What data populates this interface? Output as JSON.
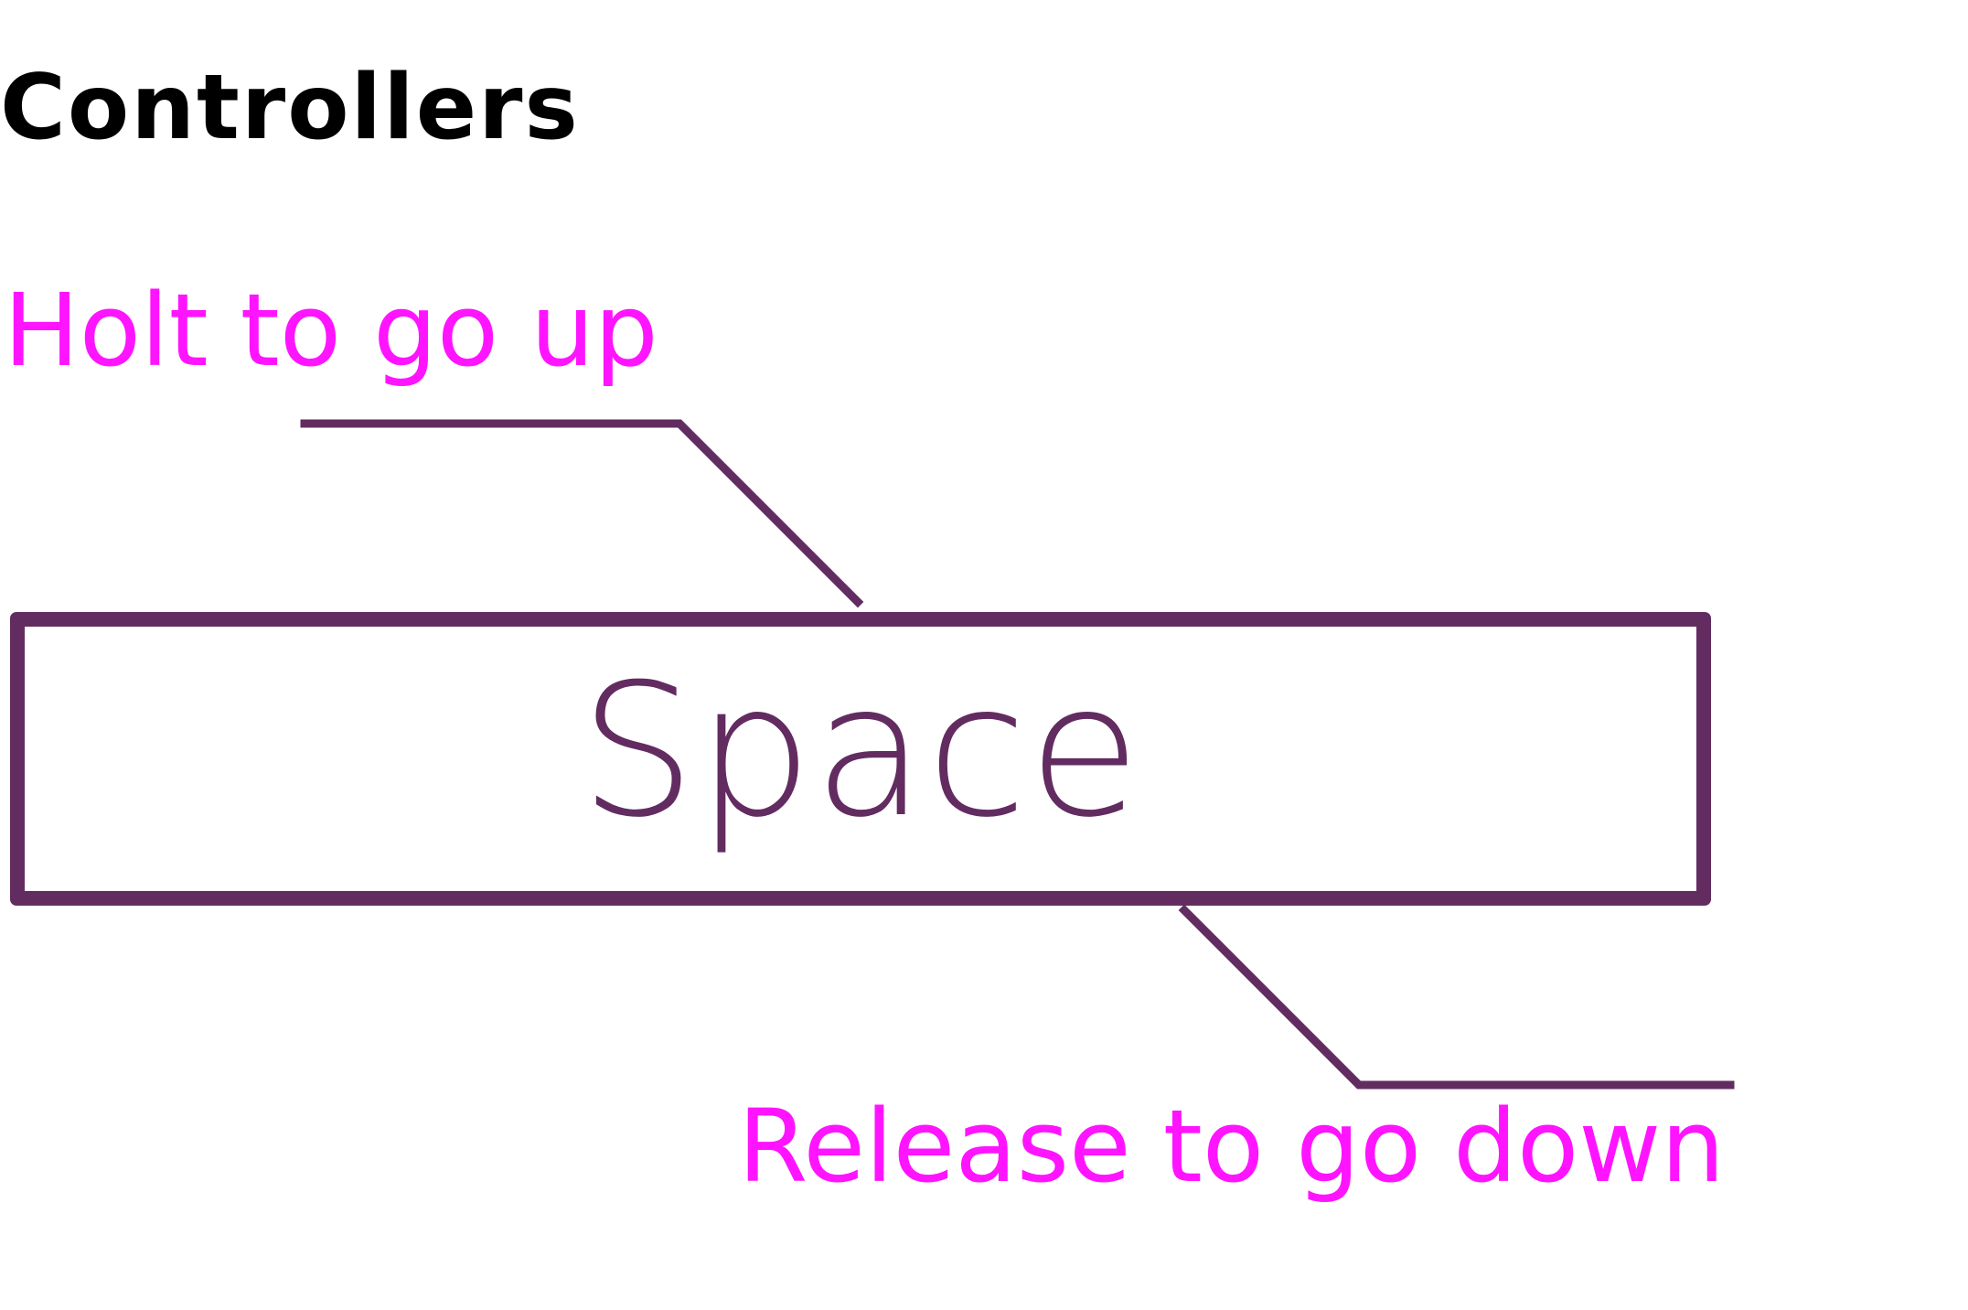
{
  "heading": "Controllers",
  "controls": {
    "hold_hint": "Holt to go up",
    "release_hint": "Release to go down",
    "key_label": "Space"
  },
  "colors": {
    "heading_text": "#000000",
    "hint_text": "#ff14ff",
    "key_accent": "#622c61",
    "background": "#ffffff"
  }
}
